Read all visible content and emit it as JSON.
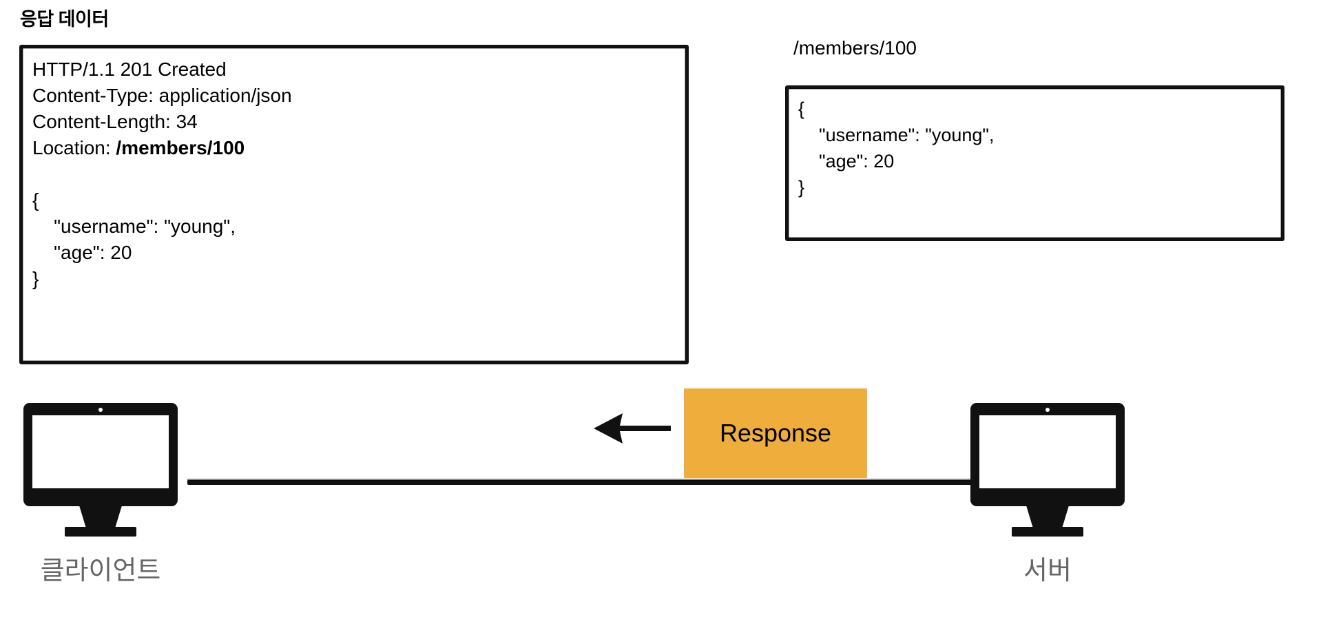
{
  "diagram": {
    "title": "응답 데이터",
    "colors": {
      "badge_background": "#EFAE3C",
      "badge_text": "#000000",
      "stroke": "#111111",
      "machine_label": "#666666",
      "page_background": "#FFFFFF"
    }
  },
  "response_box": {
    "status_line": "HTTP/1.1 201 Created",
    "headers": [
      "Content-Type: application/json",
      "Content-Length: 34"
    ],
    "location_header_name": "Location: ",
    "location_header_value": "/members/100",
    "body": [
      "{",
      "    \"username\": \"young\",",
      "    \"age\": 20",
      "}"
    ]
  },
  "resource_box": {
    "label": "/members/100",
    "body": [
      "{",
      "    \"username\": \"young\",",
      "    \"age\": 20",
      "}"
    ]
  },
  "flow": {
    "badge_label": "Response",
    "arrow_direction": "left",
    "arrow_icon": "arrow-left-icon"
  },
  "nodes": {
    "client": {
      "label": "클라이언트",
      "icon": "desktop-monitor-icon"
    },
    "server": {
      "label": "서버",
      "icon": "desktop-monitor-icon"
    }
  }
}
